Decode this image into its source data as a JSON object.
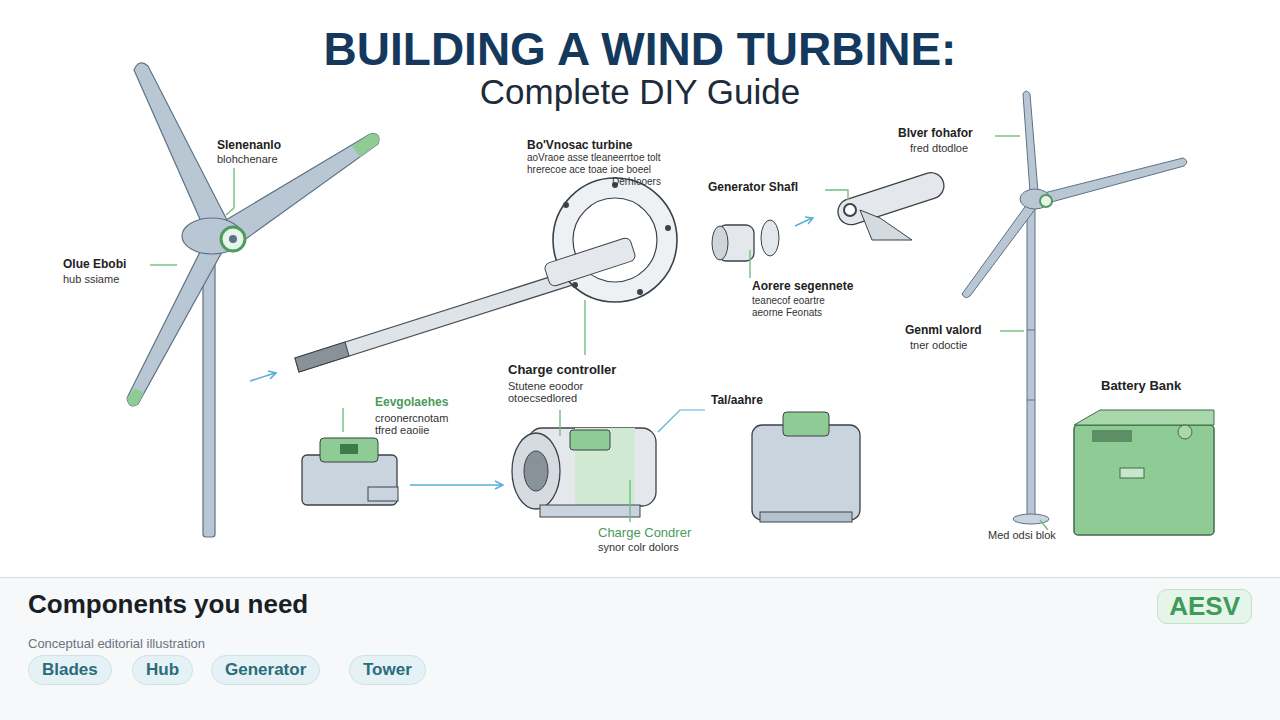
{
  "diagram": {
    "title": "BUILDING A WIND TURBINE:",
    "caption": "Conceptual editorial illustration",
    "nodes": [
      {
        "text": [
          "AESV"
        ]
      },
      {
        "text": [
          "Blades"
        ]
      },
      {
        "text": [
          "Hub"
        ]
      },
      {
        "text": [
          "Generator"
        ]
      },
      {
        "text": [
          "Tower"
        ]
      }
    ],
    "labels": [
      "Complete DIY Guide",
      "Slenenanlo",
      "blohchenare",
      "Olue Ebobi",
      "hub ssiame",
      "Bo'Vnosac turbine",
      "aoVraoe asse tleaneerrtoe tolt",
      "hrerecoe ace toae ioe boeel",
      "Derhlooers",
      "Generator Shafl",
      "Aorere segennete",
      "teanecof eoartre",
      "aeorne Feonats",
      "Charge controller",
      "Stutene eoodor",
      "otoecsedlored",
      "Eevgolaehes",
      "croonercnotam",
      "tfred eaoiie",
      "Tal/aahre",
      "Charge Condrer",
      "synor colr dolors",
      "Blver fohafor",
      "fred dtodloe",
      "Genml valord",
      "tner odoctie",
      "Battery Bank",
      "Med odsi blok",
      "Components you need"
    ]
  }
}
